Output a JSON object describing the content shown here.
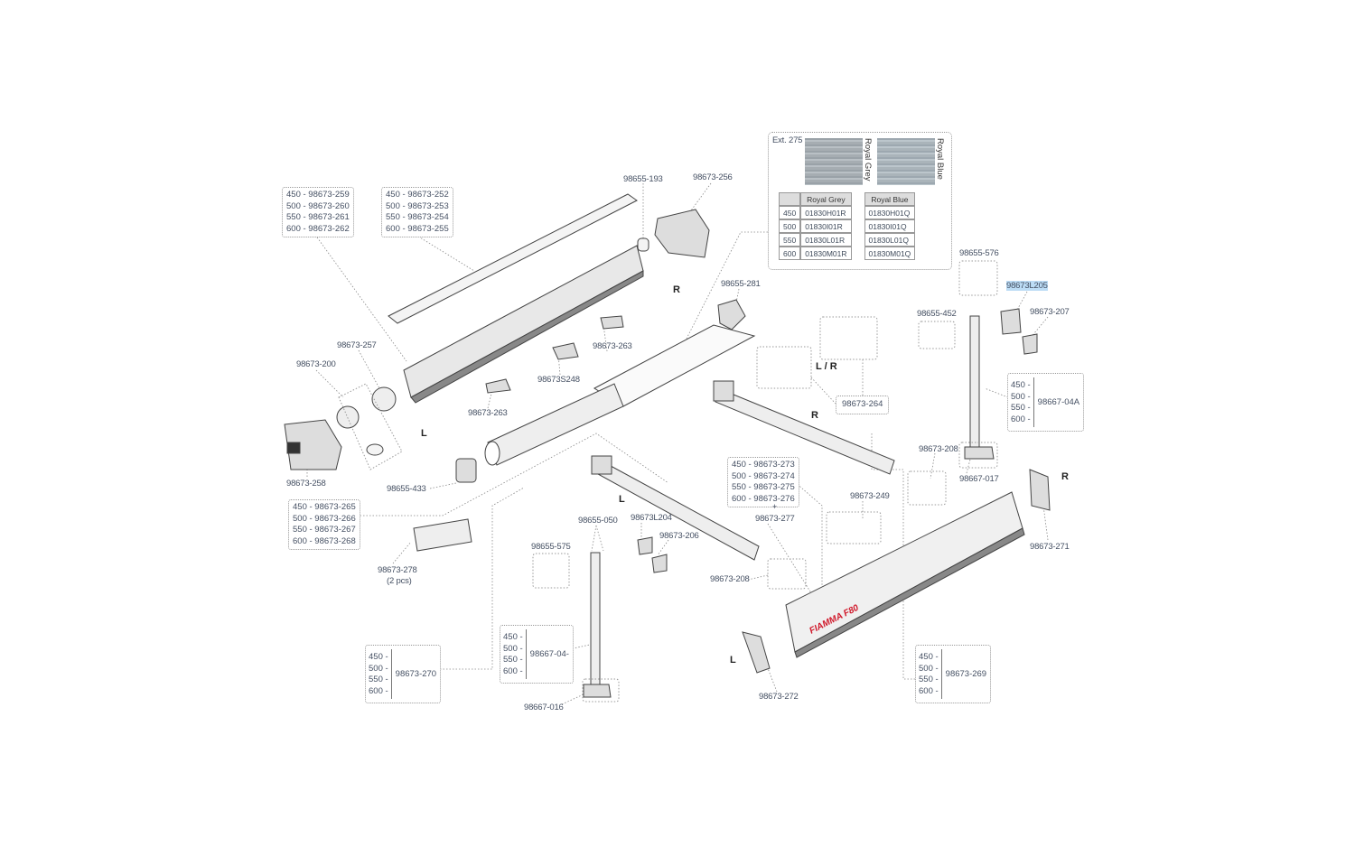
{
  "profile_boxes": {
    "front_cover": [
      "450 - 98673-259",
      "500 - 98673-260",
      "550 - 98673-261",
      "600 - 98673-262"
    ],
    "top_cover": [
      "450 - 98673-252",
      "500 - 98673-253",
      "550 - 98673-254",
      "600 - 98673-255"
    ],
    "rail": [
      "450 - 98673-265",
      "500 - 98673-266",
      "550 - 98673-267",
      "600 - 98673-268"
    ],
    "front_bar": [
      "450 - 98673-273",
      "500 - 98673-274",
      "550 - 98673-275",
      "600 - 98673-276"
    ]
  },
  "fabric_panel": {
    "ext_label": "Ext. 275",
    "swatches": [
      "Royal Grey",
      "Royal Blue"
    ],
    "table": {
      "headers": [
        "",
        "Royal Grey",
        "Royal Blue"
      ],
      "rows": [
        [
          "450",
          "01830H01R",
          "01830H01Q"
        ],
        [
          "500",
          "01830I01R",
          "01830I01Q"
        ],
        [
          "550",
          "01830L01R",
          "01830L01Q"
        ],
        [
          "600",
          "01830M01R",
          "01830M01Q"
        ]
      ]
    }
  },
  "labels": {
    "p193": "98655-193",
    "p256": "98673-256",
    "p576": "98655-576",
    "pL205": "98673L205",
    "p281": "98655-281",
    "p452": "98655-452",
    "p207": "98673-207",
    "p264": "98673-264",
    "p263a": "98673-263",
    "pS248": "98673S248",
    "p263b": "98673-263",
    "p257": "98673-257",
    "p200": "98673-200",
    "p258": "98673-258",
    "p433": "98655-433",
    "p208a": "98673-208",
    "p017": "98667-017",
    "p271": "98673-271",
    "p277": "98673-277",
    "p249": "98673-249",
    "p278": "98673-278",
    "p278q": "(2 pcs)",
    "p050": "98655-050",
    "pL204": "98673L204",
    "p206": "98673-206",
    "p575": "98655-575",
    "p208b": "98673-208",
    "p016": "98667-016",
    "p272": "98673-272",
    "plus": "+"
  },
  "side_marks": {
    "r1": "R",
    "l1": "L",
    "lr": "L / R",
    "r2": "R",
    "r3": "R",
    "l2": "L",
    "l3": "L"
  },
  "size_groups": {
    "sizes": [
      "450 -",
      "500 -",
      "550 -",
      "600 -"
    ],
    "leg_right": "98667-04A",
    "leg_left": "98667-04-",
    "arm_left": "98673-270",
    "roller": "98673-269"
  },
  "colors": {
    "brand_red": "#d0192b",
    "highlight": "#bcdcf5",
    "text": "#455063"
  }
}
